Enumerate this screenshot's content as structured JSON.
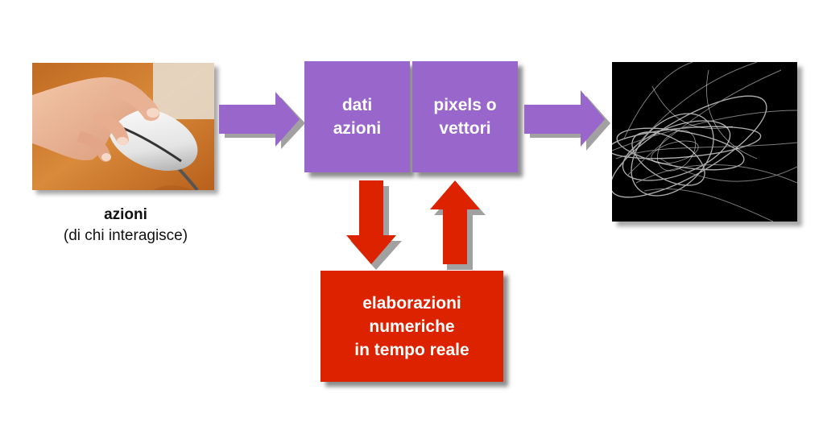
{
  "input": {
    "image": "computer-mouse-photo",
    "caption_title": "azioni",
    "caption_subtitle": "(di chi interagisce)"
  },
  "process": {
    "box_left": {
      "line1": "dati",
      "line2": "azioni"
    },
    "box_right": {
      "line1": "pixels o",
      "line2": "vettori"
    }
  },
  "computation": {
    "line1": "elaborazioni",
    "line2": "numeriche",
    "line3": "in tempo reale"
  },
  "output": {
    "image": "abstract-wireframe-graphic"
  },
  "colors": {
    "purple": "#9966cc",
    "red": "#dd2200",
    "shadow": "#444444"
  }
}
